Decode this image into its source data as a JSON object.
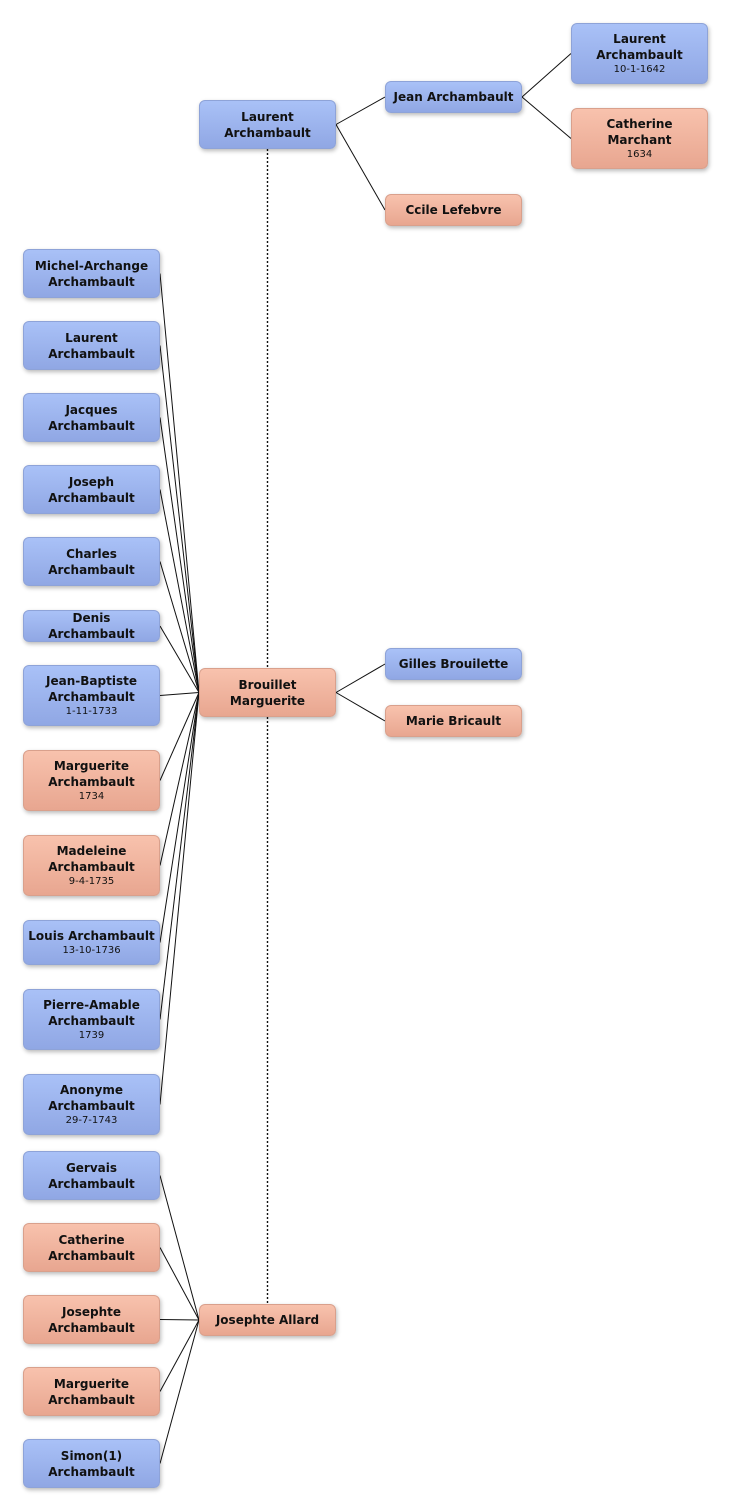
{
  "colors": {
    "male_top": "#a9c1f7",
    "male_bottom": "#90a7e4",
    "female_top": "#f8c2ad",
    "female_bottom": "#e8a690",
    "line": "#111111"
  },
  "people": {
    "laurent_father": {
      "name": "Laurent\nArchambault",
      "date": "",
      "sex": "male"
    },
    "jean": {
      "name": "Jean Archambault",
      "date": "",
      "sex": "male"
    },
    "laurent_gf": {
      "name": "Laurent\nArchambault",
      "date": "10-1-1642",
      "sex": "male"
    },
    "catherine_marchant": {
      "name": "Catherine\nMarchant",
      "date": "1634",
      "sex": "female"
    },
    "ccile": {
      "name": "Ccile Lefebvre",
      "date": "",
      "sex": "female"
    },
    "brouillet": {
      "name": "Brouillet\nMarguerite",
      "date": "",
      "sex": "female"
    },
    "gilles": {
      "name": "Gilles Brouilette",
      "date": "",
      "sex": "male"
    },
    "marie": {
      "name": "Marie Bricault",
      "date": "",
      "sex": "female"
    },
    "josephte_allard": {
      "name": "Josephte Allard",
      "date": "",
      "sex": "female"
    },
    "c1": {
      "name": "Michel-Archange\nArchambault",
      "date": "",
      "sex": "male"
    },
    "c2": {
      "name": "Laurent\nArchambault",
      "date": "",
      "sex": "male"
    },
    "c3": {
      "name": "Jacques\nArchambault",
      "date": "",
      "sex": "male"
    },
    "c4": {
      "name": "Joseph\nArchambault",
      "date": "",
      "sex": "male"
    },
    "c5": {
      "name": "Charles\nArchambault",
      "date": "",
      "sex": "male"
    },
    "c6": {
      "name": "Denis Archambault",
      "date": "",
      "sex": "male"
    },
    "c7": {
      "name": "Jean-Baptiste\nArchambault",
      "date": "1-11-1733",
      "sex": "male"
    },
    "c8": {
      "name": "Marguerite\nArchambault",
      "date": "1734",
      "sex": "female"
    },
    "c9": {
      "name": "Madeleine\nArchambault",
      "date": "9-4-1735",
      "sex": "female"
    },
    "c10": {
      "name": "Louis Archambault",
      "date": "13-10-1736",
      "sex": "male"
    },
    "c11": {
      "name": "Pierre-Amable\nArchambault",
      "date": "1739",
      "sex": "male"
    },
    "c12": {
      "name": "Anonyme\nArchambault",
      "date": "29-7-1743",
      "sex": "male"
    },
    "d1": {
      "name": "Gervais\nArchambault",
      "date": "",
      "sex": "male"
    },
    "d2": {
      "name": "Catherine\nArchambault",
      "date": "",
      "sex": "female"
    },
    "d3": {
      "name": "Josephte\nArchambault",
      "date": "",
      "sex": "female"
    },
    "d4": {
      "name": "Marguerite\nArchambault",
      "date": "",
      "sex": "female"
    },
    "d5": {
      "name": "Simon(1)\nArchambault",
      "date": "",
      "sex": "male"
    }
  },
  "parent_links": [
    {
      "child": "laurent_father",
      "parents": [
        "jean",
        "ccile"
      ]
    },
    {
      "child": "jean",
      "parents": [
        "laurent_gf",
        "catherine_marchant"
      ]
    },
    {
      "child": "brouillet",
      "parents": [
        "gilles",
        "marie"
      ]
    }
  ],
  "marriages": [
    {
      "spouse": "laurent_father",
      "partners": [
        "brouillet",
        "josephte_allard"
      ]
    }
  ],
  "children_links": [
    {
      "parent": "brouillet",
      "children": [
        "c1",
        "c2",
        "c3",
        "c4",
        "c5",
        "c6",
        "c7",
        "c8",
        "c9",
        "c10",
        "c11",
        "c12"
      ]
    },
    {
      "parent": "josephte_allard",
      "children": [
        "d1",
        "d2",
        "d3",
        "d4",
        "d5"
      ]
    }
  ]
}
